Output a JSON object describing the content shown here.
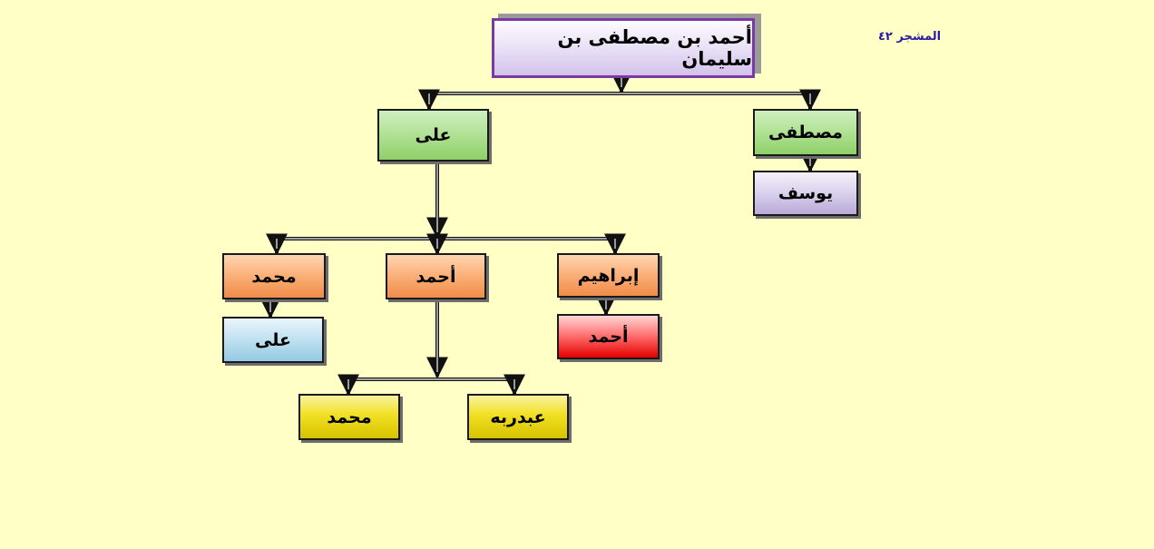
{
  "header": {
    "label": "المشجر ٤٢"
  },
  "tree": {
    "root": "أحمد بن مصطفى بن سليمان",
    "level1": {
      "right": "مصطفى",
      "left": "على"
    },
    "mustafa_child": "يوسف",
    "ali_children": {
      "ibrahim": "إبراهيم",
      "ahmad": "أحمد",
      "muhammad": "محمد"
    },
    "ibrahim_child": "أحمد",
    "muhammad_child": "على",
    "ahmad_children": {
      "abdrabbo": "عبدربه",
      "muhammad": "محمد"
    }
  }
}
